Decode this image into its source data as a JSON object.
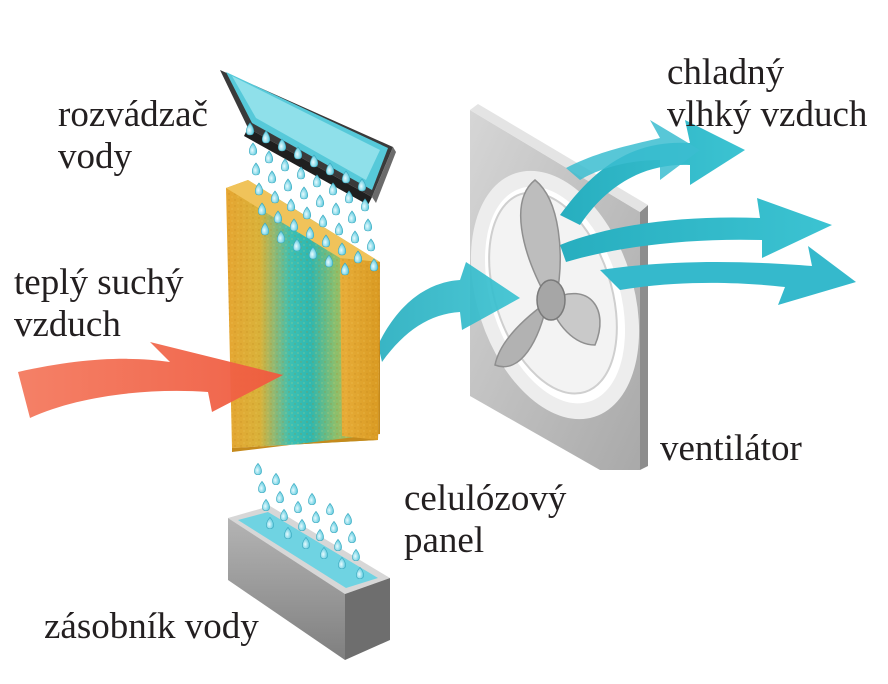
{
  "labels": {
    "distributor": {
      "line1": "rozvádzač",
      "line2": "vody"
    },
    "warm_air": {
      "line1": "teplý suchý",
      "line2": "vzduch"
    },
    "cool_air": {
      "line1": "chladný",
      "line2": "vlhký vzduch"
    },
    "fan": {
      "line1": "ventilátor"
    },
    "panel": {
      "line1": "celulózový",
      "line2": "panel"
    },
    "reservoir": {
      "line1": "zásobník vody"
    }
  },
  "colors": {
    "warm_air": "#f26a4f",
    "cool_air": "#2cb5c8",
    "water": "#6fd3e2",
    "panel_straw": "#e3a62f",
    "panel_wet": "#33c0b2",
    "metal": "#b9b9b9",
    "metal_dark": "#7d7d7d",
    "text": "#231f20"
  },
  "icons": [
    "water-drop-icon",
    "fan-blade-icon",
    "arrow-icon"
  ]
}
